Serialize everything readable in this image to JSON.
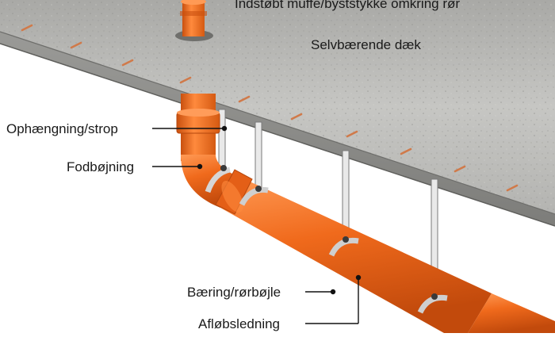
{
  "labels": {
    "top_note": "Indstøbt muffe/byststykke omkring rør",
    "slab": "Selvbærende dæk",
    "hanger": "Ophængning/strop",
    "bend": "Fodbøjning",
    "support": "Bæring/rørbøjle",
    "drain": "Afløbsledning"
  },
  "colors": {
    "pipe": "#f06a1c",
    "pipe_dark": "#c9500f",
    "pipe_light": "#ff9a55",
    "concrete": "#b9b9b6",
    "concrete_dark": "#8e8e8b",
    "clamp": "#d8d8d8",
    "rebar": "#d07a4a"
  }
}
